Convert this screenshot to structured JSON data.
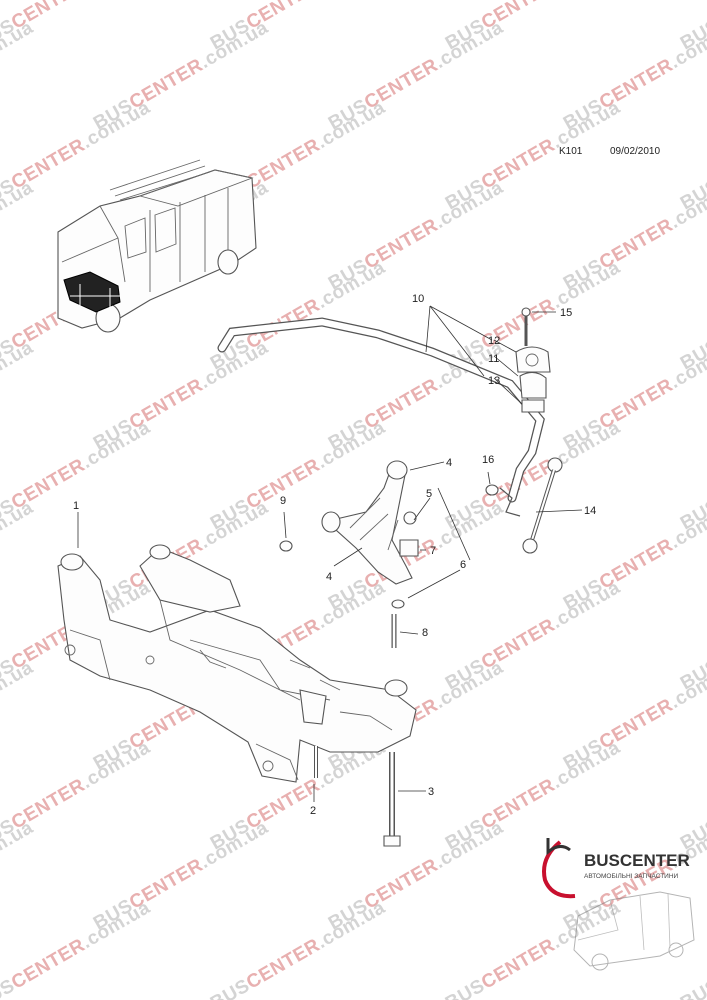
{
  "header": {
    "code": "K101",
    "date": "09/02/2010"
  },
  "callouts": {
    "c1": "1",
    "c2": "2",
    "c3": "3",
    "c4a": "4",
    "c4b": "4",
    "c5": "5",
    "c6": "6",
    "c7": "7",
    "c8": "8",
    "c9": "9",
    "c10": "10",
    "c11": "11",
    "c12": "12",
    "c13": "13",
    "c14": "14",
    "c15": "15",
    "c16": "16"
  },
  "watermark": {
    "brand_red": "BUS",
    "brand_red2": "CENTER",
    "domain": ".com.ua",
    "text": "BUSCENTER.com.ua"
  },
  "logo": {
    "name": "BUSCENTER",
    "tagline": "АВТОМОБІЛЬНІ ЗАПЧАСТИНИ"
  },
  "colors": {
    "watermark_red": "#e8b0b0",
    "watermark_gray": "#d4d4d4",
    "logo_red": "#c8102e",
    "logo_dark": "#333333",
    "line": "#555555"
  }
}
